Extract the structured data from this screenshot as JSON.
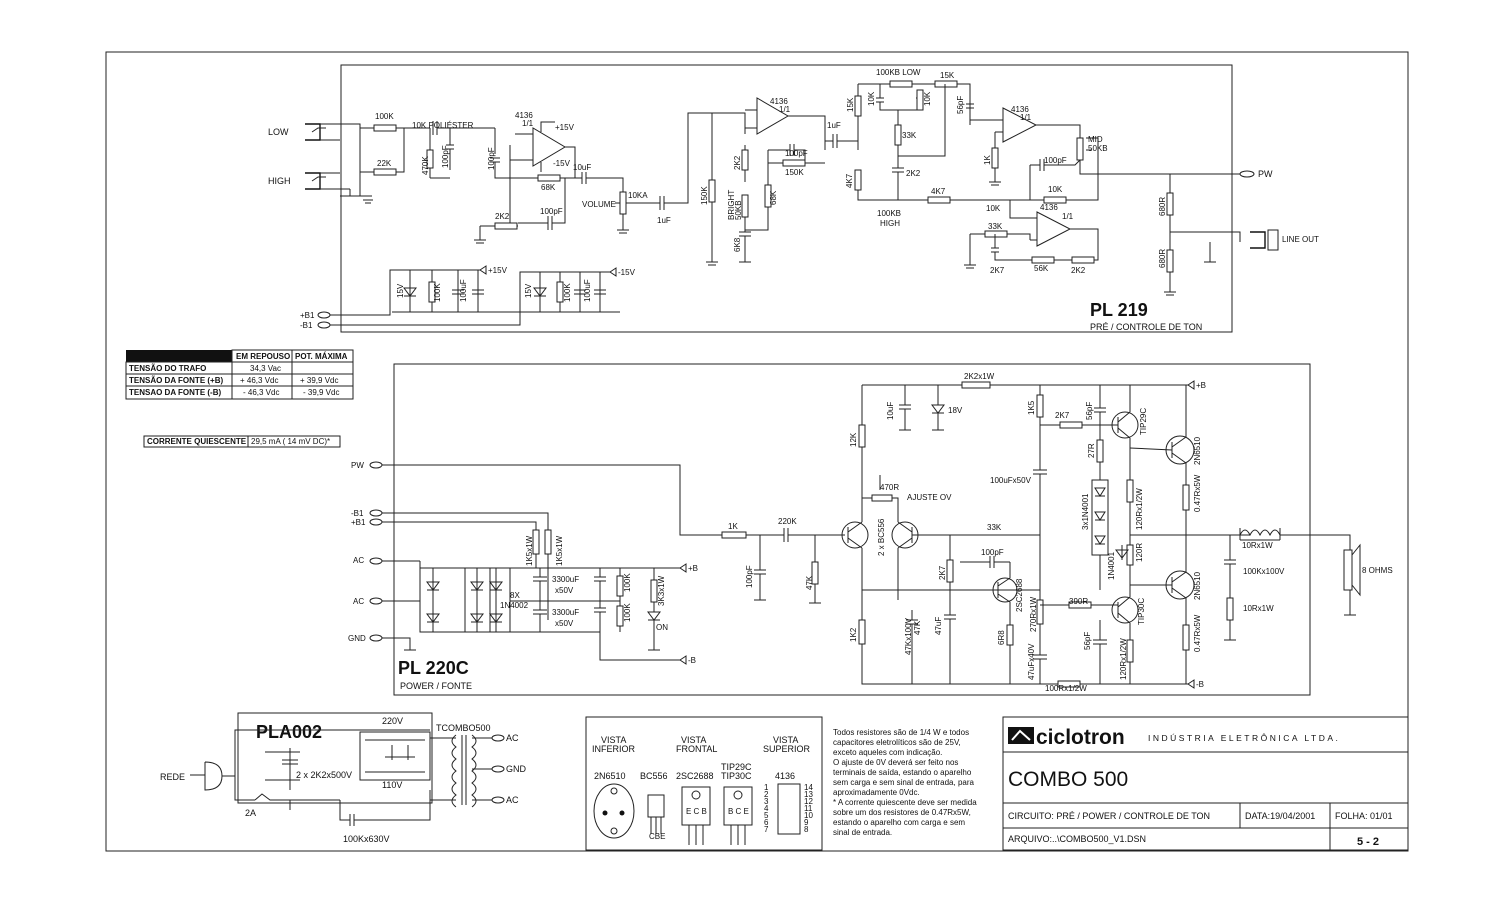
{
  "pl219": {
    "title": "PL 219",
    "subtitle": "PRÉ / CONTROLE DE TON",
    "inputs": [
      "LOW",
      "HIGH"
    ],
    "output_pw": "PW",
    "line_out": "LINE OUT",
    "supply_pins": [
      "+B1",
      "-B1"
    ],
    "rails": [
      "+15V",
      "-15V"
    ],
    "labels": [
      {
        "t": "100K"
      },
      {
        "t": "22K"
      },
      {
        "t": "10K POLIÉSTER"
      },
      {
        "t": "470K"
      },
      {
        "t": "100pF"
      },
      {
        "t": "100pF"
      },
      {
        "t": "4136"
      },
      {
        "t": "1/1"
      },
      {
        "t": "+15V"
      },
      {
        "t": "-15V"
      },
      {
        "t": "68K"
      },
      {
        "t": "10uF"
      },
      {
        "t": "10KA"
      },
      {
        "t": "VOLUME"
      },
      {
        "t": "2K2"
      },
      {
        "t": "100pF"
      },
      {
        "t": "1uF"
      },
      {
        "t": "150K"
      },
      {
        "t": "2K2"
      },
      {
        "t": "BRIGHT"
      },
      {
        "t": "50KB"
      },
      {
        "t": "68K"
      },
      {
        "t": "6K8"
      },
      {
        "t": "4136"
      },
      {
        "t": "1/1"
      },
      {
        "t": "100pF"
      },
      {
        "t": "150K"
      },
      {
        "t": "1uF"
      },
      {
        "t": "100KB LOW"
      },
      {
        "t": "15K"
      },
      {
        "t": "15K"
      },
      {
        "t": "10K"
      },
      {
        "t": "10K"
      },
      {
        "t": "56pF"
      },
      {
        "t": "33K"
      },
      {
        "t": "2K2"
      },
      {
        "t": "4K7"
      },
      {
        "t": "4K7"
      },
      {
        "t": "100KB"
      },
      {
        "t": "HIGH"
      },
      {
        "t": "4136"
      },
      {
        "t": "1/1"
      },
      {
        "t": "1K"
      },
      {
        "t": "MID"
      },
      {
        "t": "50KB"
      },
      {
        "t": "100pF"
      },
      {
        "t": "10K"
      },
      {
        "t": "10K"
      },
      {
        "t": "4136"
      },
      {
        "t": "1/1"
      },
      {
        "t": "33K"
      },
      {
        "t": "2K7"
      },
      {
        "t": "56K"
      },
      {
        "t": "2K2"
      },
      {
        "t": "680R"
      },
      {
        "t": "680R"
      },
      {
        "t": "15V"
      },
      {
        "t": "100K"
      },
      {
        "t": "100uF"
      },
      {
        "t": "15V"
      },
      {
        "t": "100K"
      },
      {
        "t": "100uF"
      }
    ]
  },
  "table": {
    "headers": [
      "EM REPOUSO",
      "POT. MÁXIMA"
    ],
    "rows": [
      [
        "TENSÃO DO TRAFO",
        "34,3 Vac",
        ""
      ],
      [
        "TENSÃO DA FONTE (+B)",
        "+ 46,3 Vdc",
        "+ 39,9 Vdc"
      ],
      [
        "TENSAO DA FONTE (-B)",
        "- 46,3 Vdc",
        "- 39,9 Vdc"
      ]
    ],
    "quiescent_label": "CORRENTE QUIESCENTE",
    "quiescent_value": "29,5 mA ( 14 mV DC)*"
  },
  "pl220c": {
    "title": "PL 220C",
    "subtitle": "POWER / FONTE",
    "pins": [
      "PW",
      "-B1",
      "+B1",
      "AC",
      "AC",
      "GND"
    ],
    "rails": [
      "+B",
      "-B",
      "+B",
      "-B"
    ],
    "labels": [
      {
        "t": "1K5x1W"
      },
      {
        "t": "1K5x1W"
      },
      {
        "t": "8X"
      },
      {
        "t": "1N4002"
      },
      {
        "t": "3300uF"
      },
      {
        "t": "x50V"
      },
      {
        "t": "3300uF"
      },
      {
        "t": "x50V"
      },
      {
        "t": "100K"
      },
      {
        "t": "100K"
      },
      {
        "t": "3K3x1W"
      },
      {
        "t": "ON"
      },
      {
        "t": "1K"
      },
      {
        "t": "220K"
      },
      {
        "t": "100pF"
      },
      {
        "t": "47K"
      },
      {
        "t": "2 x BC556"
      },
      {
        "t": "470R"
      },
      {
        "t": "AJUSTE OV"
      },
      {
        "t": "12K"
      },
      {
        "t": "10uF"
      },
      {
        "t": "18V"
      },
      {
        "t": "2K2x1W"
      },
      {
        "t": "1K5"
      },
      {
        "t": "2K7"
      },
      {
        "t": "56pF"
      },
      {
        "t": "TIP29C"
      },
      {
        "t": "2N6510"
      },
      {
        "t": "27R"
      },
      {
        "t": "100uFx50V"
      },
      {
        "t": "3x1N4001"
      },
      {
        "t": "120Rx1/2W"
      },
      {
        "t": "0.47Rx5W"
      },
      {
        "t": "33K"
      },
      {
        "t": "120R"
      },
      {
        "t": "1N4001"
      },
      {
        "t": "100pF"
      },
      {
        "t": "2K7"
      },
      {
        "t": "2SC2688"
      },
      {
        "t": "390R"
      },
      {
        "t": "TIP30C"
      },
      {
        "t": "2N6510"
      },
      {
        "t": "47K"
      },
      {
        "t": "47uF"
      },
      {
        "t": "1K2"
      },
      {
        "t": "47Kx100V"
      },
      {
        "t": "6R8"
      },
      {
        "t": "270Rx1W"
      },
      {
        "t": "47uFx40V"
      },
      {
        "t": "56pF"
      },
      {
        "t": "120Rx1/2W"
      },
      {
        "t": "0.47Rx5W"
      },
      {
        "t": "100Rx1/2W"
      },
      {
        "t": "10Rx1W"
      },
      {
        "t": "100Kx100V"
      },
      {
        "t": "10Rx1W"
      },
      {
        "t": "8 OHMS"
      }
    ]
  },
  "pla002": {
    "title": "PLA002",
    "transformer": "TCOMBO500",
    "labels": [
      {
        "t": "220V"
      },
      {
        "t": "110V"
      },
      {
        "t": "2 x 2K2x500V"
      },
      {
        "t": "REDE"
      },
      {
        "t": "2A"
      },
      {
        "t": "100Kx630V"
      },
      {
        "t": "AC"
      },
      {
        "t": "GND"
      },
      {
        "t": "AC"
      }
    ]
  },
  "views": {
    "headers": [
      {
        "l1": "VISTA",
        "l2": "INFERIOR"
      },
      {
        "l1": "VISTA",
        "l2": "FRONTAL"
      },
      {
        "l1": "VISTA",
        "l2": "SUPERIOR"
      }
    ],
    "parts": [
      "2N6510",
      "BC556",
      "2SC2688",
      "TIP29C",
      "TIP30C",
      "4136"
    ],
    "pins_front_a": "E C B",
    "pins_front_b": "B C E",
    "pins_bc": "CBE",
    "ic_pins_left": [
      "1",
      "2",
      "3",
      "4",
      "5",
      "6",
      "7"
    ],
    "ic_pins_right": [
      "14",
      "13",
      "12",
      "11",
      "10",
      "9",
      "8"
    ]
  },
  "notes": [
    "Todos resistores são de 1/4 W e todos",
    "capacitores eletrolíticos são de 25V,",
    "exceto aqueles com indicação.",
    "O  ajuste de 0V deverá  ser feito nos",
    "terminais de saída, estando o aparelho",
    "sem carga e sem sinal de entrada, para",
    "aproximadamente 0Vdc.",
    "* A corrente quiescente deve ser medida",
    "sobre um dos resistores  de  0.47Rx5W,",
    "estando o aparelho com carga e sem",
    "sinal de entrada."
  ],
  "title_block": {
    "brand": "ciclotron",
    "company": "INDÚSTRIA  ELETRÔNICA  LTDA.",
    "project": "COMBO 500",
    "circuit": "CIRCUITO: PRÉ / POWER / CONTROLE DE TON",
    "date": "DATA:19/04/2001",
    "sheet": "FOLHA: 01/01",
    "file": "ARQUIVO:..\\COMBO500_V1.DSN",
    "page": "5 - 2"
  }
}
